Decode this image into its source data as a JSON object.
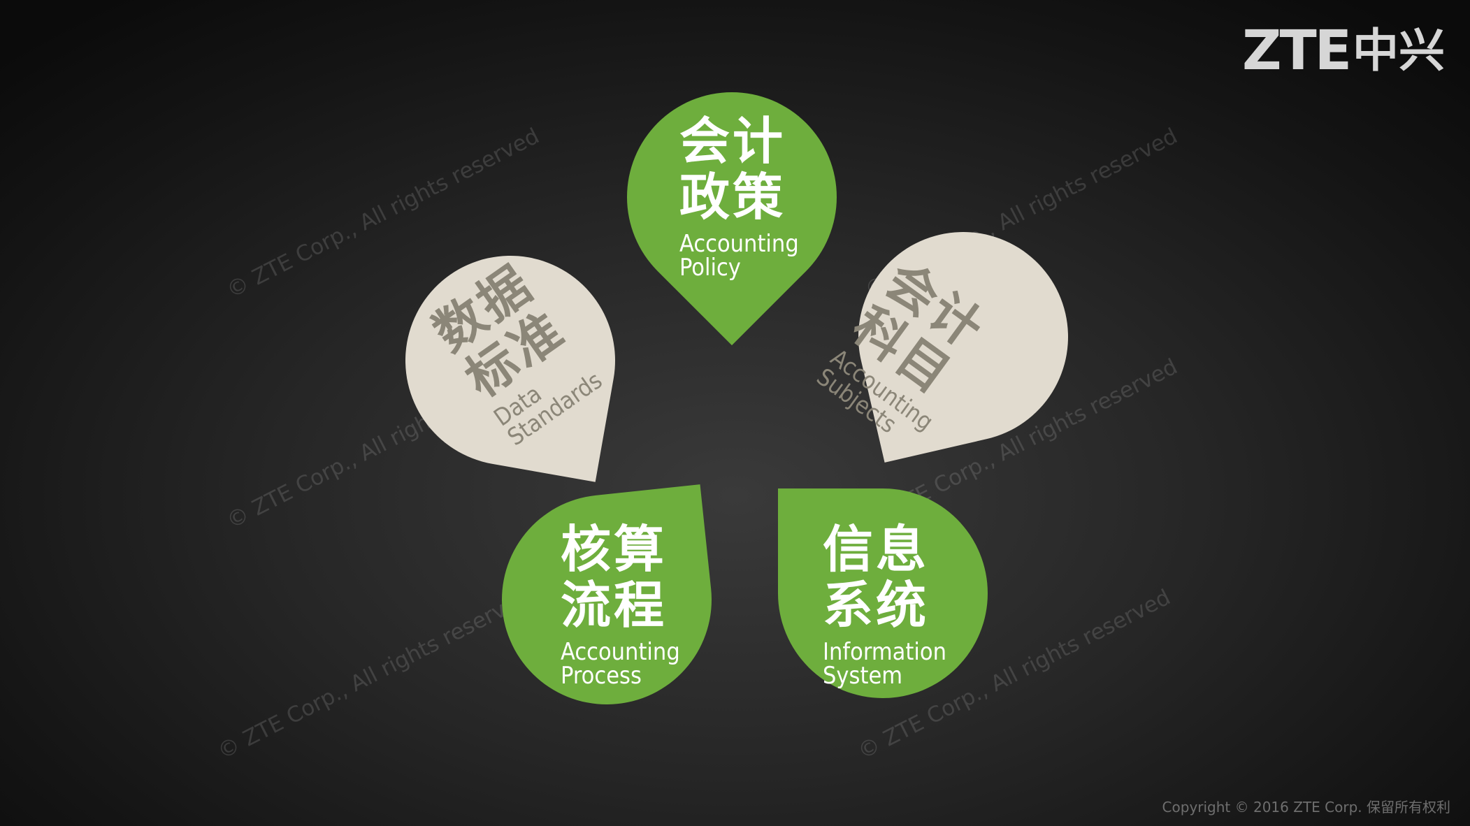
{
  "logo": {
    "latin": "ZTE",
    "cjk": "中兴"
  },
  "petals": {
    "accounting_policy": {
      "cjk_line1": "会计",
      "cjk_line2": "政策",
      "en_line1": "Accounting",
      "en_line2": "Policy"
    },
    "accounting_subjects": {
      "cjk_line1": "会计",
      "cjk_line2": "科目",
      "en_line1": "Accounting",
      "en_line2": "Subjects"
    },
    "information_system": {
      "cjk_line1": "信息",
      "cjk_line2": "系统",
      "en_line1": "Information",
      "en_line2": "System"
    },
    "accounting_process": {
      "cjk_line1": "核算",
      "cjk_line2": "流程",
      "en_line1": "Accounting",
      "en_line2": "Process"
    },
    "data_standards": {
      "cjk_line1": "数据",
      "cjk_line2": "标准",
      "en_line1": "Data",
      "en_line2": "Standards"
    }
  },
  "watermark": "© ZTE Corp., All rights reserved",
  "copyright": "Copyright © 2016 ZTE Corp. 保留所有权利",
  "colors": {
    "green": "#6eae3d",
    "beige": "#e1dbcf",
    "beige_text": "#8b8678",
    "background": "#1a1a1a"
  }
}
